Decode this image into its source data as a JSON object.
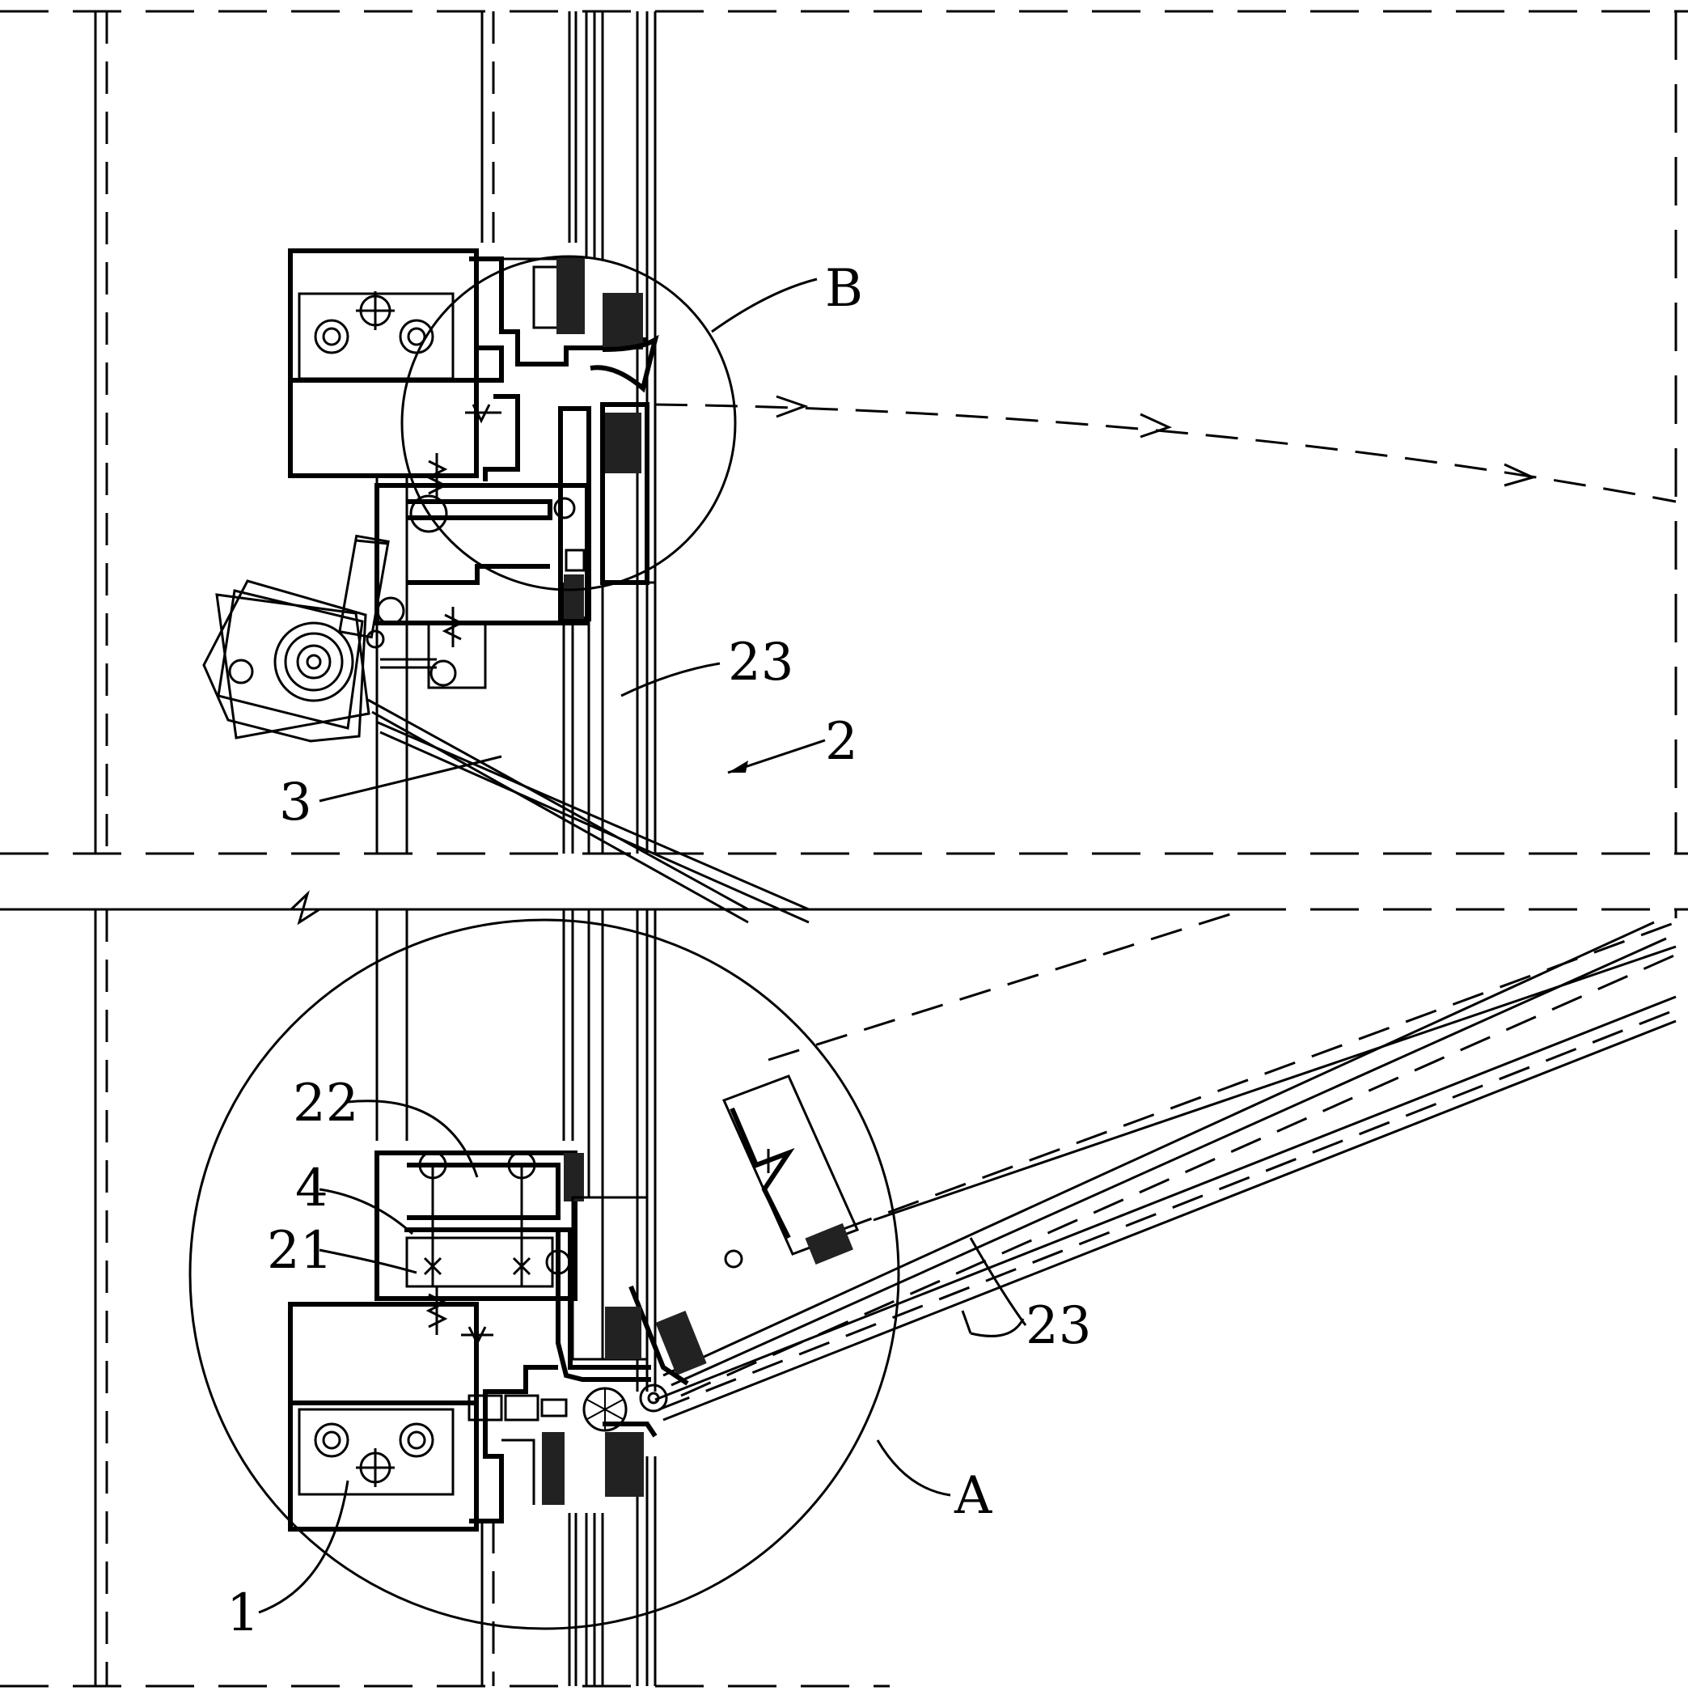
{
  "labels": {
    "B": "B",
    "A": "A",
    "l23_upper": "23",
    "l23_lower": "23",
    "l2": "2",
    "l3": "3",
    "l22": "22",
    "l4": "4",
    "l21": "21",
    "l1": "1"
  },
  "colors": {
    "line": "#000000",
    "background": "#ffffff"
  }
}
